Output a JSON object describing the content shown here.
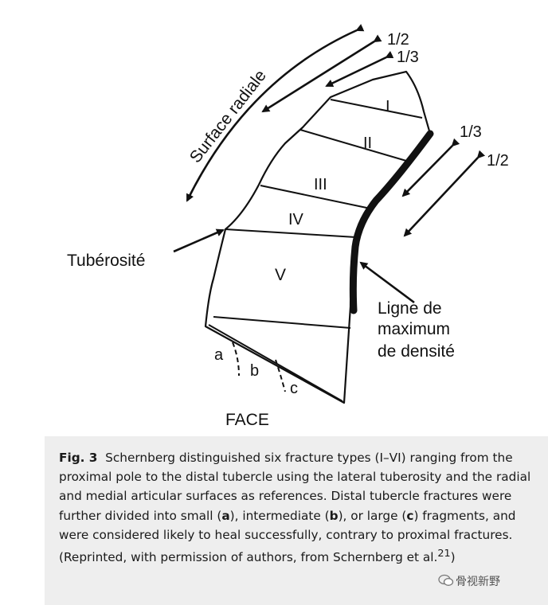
{
  "figure": {
    "labels": {
      "surface_radiale": "Surface radiale",
      "half_top": "1/2",
      "third_top": "1/3",
      "third_right": "1/3",
      "half_right": "1/2",
      "tuberosite": "Tubérosité",
      "ligne": [
        "Ligne de",
        "maximum",
        "de densité"
      ],
      "face": "FACE"
    },
    "zones": [
      "I",
      "II",
      "III",
      "IV",
      "V"
    ],
    "subzones": [
      "a",
      "b",
      "c"
    ]
  },
  "caption": {
    "label": "Fig. 3",
    "part1": "Schernberg distinguished six fracture types (I–VI) ranging from the proximal pole to the distal tubercle using the lateral tuberosity and the radial and medial articular surfaces as references. Distal tubercle fractures were further divided into small (",
    "a": "a",
    "part2": "), intermediate (",
    "b": "b",
    "part3": "), or large (",
    "c": "c",
    "part4": ") fragments, and were considered likely to heal successfully, contrary to proximal fractures. (Reprinted, with permission of authors, from Schernberg et al.",
    "ref": "21",
    "part5": ")"
  },
  "watermark": "骨视新野"
}
